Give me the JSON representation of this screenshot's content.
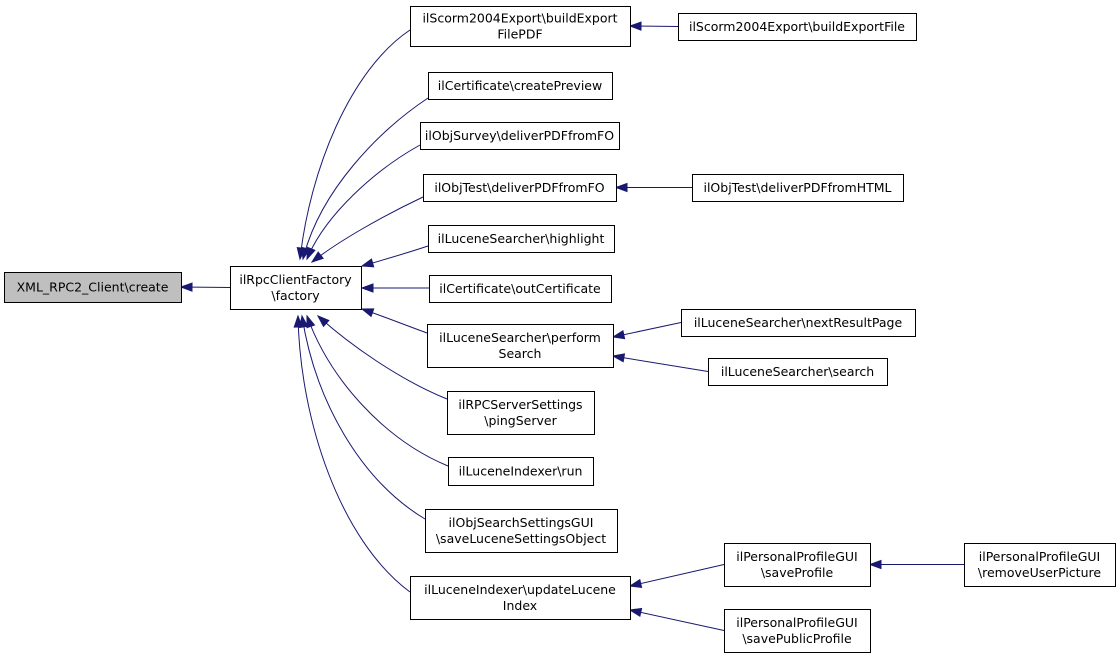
{
  "colors": {
    "edge": "#191970",
    "node_border": "#000000",
    "node_fill": "#ffffff",
    "root_fill": "#bfbfbf"
  },
  "nodes": {
    "xml_create": {
      "lines": [
        "XML_RPC2_Client\\create"
      ]
    },
    "factory": {
      "lines": [
        "ilRpcClientFactory",
        "\\factory"
      ]
    },
    "scorm_build_pdf": {
      "lines": [
        "ilScorm2004Export\\buildExport",
        "FilePDF"
      ]
    },
    "scorm_build_file": {
      "lines": [
        "ilScorm2004Export\\buildExportFile"
      ]
    },
    "cert_preview": {
      "lines": [
        "ilCertificate\\createPreview"
      ]
    },
    "survey_pdf": {
      "lines": [
        "ilObjSurvey\\deliverPDFfromFO"
      ]
    },
    "test_pdf_fo": {
      "lines": [
        "ilObjTest\\deliverPDFfromFO"
      ]
    },
    "test_pdf_html": {
      "lines": [
        "ilObjTest\\deliverPDFfromHTML"
      ]
    },
    "lucene_highlight": {
      "lines": [
        "ilLuceneSearcher\\highlight"
      ]
    },
    "cert_out": {
      "lines": [
        "ilCertificate\\outCertificate"
      ]
    },
    "lucene_perform": {
      "lines": [
        "ilLuceneSearcher\\perform",
        "Search"
      ]
    },
    "lucene_next": {
      "lines": [
        "ilLuceneSearcher\\nextResultPage"
      ]
    },
    "lucene_search": {
      "lines": [
        "ilLuceneSearcher\\search"
      ]
    },
    "rpc_ping": {
      "lines": [
        "ilRPCServerSettings",
        "\\pingServer"
      ]
    },
    "indexer_run": {
      "lines": [
        "ilLuceneIndexer\\run"
      ]
    },
    "search_settings": {
      "lines": [
        "ilObjSearchSettingsGUI",
        "\\saveLuceneSettingsObject"
      ]
    },
    "indexer_update": {
      "lines": [
        "ilLuceneIndexer\\updateLucene",
        "Index"
      ]
    },
    "profile_save": {
      "lines": [
        "ilPersonalProfileGUI",
        "\\saveProfile"
      ]
    },
    "profile_remove_pic": {
      "lines": [
        "ilPersonalProfileGUI",
        "\\removeUserPicture"
      ]
    },
    "profile_save_public": {
      "lines": [
        "ilPersonalProfileGUI",
        "\\savePublicProfile"
      ]
    }
  },
  "edges": [
    {
      "from": "factory",
      "to": "xml_create"
    },
    {
      "from": "scorm_build_pdf",
      "to": "factory"
    },
    {
      "from": "cert_preview",
      "to": "factory"
    },
    {
      "from": "survey_pdf",
      "to": "factory"
    },
    {
      "from": "test_pdf_fo",
      "to": "factory"
    },
    {
      "from": "lucene_highlight",
      "to": "factory"
    },
    {
      "from": "cert_out",
      "to": "factory"
    },
    {
      "from": "lucene_perform",
      "to": "factory"
    },
    {
      "from": "rpc_ping",
      "to": "factory"
    },
    {
      "from": "indexer_run",
      "to": "factory"
    },
    {
      "from": "search_settings",
      "to": "factory"
    },
    {
      "from": "indexer_update",
      "to": "factory"
    },
    {
      "from": "scorm_build_file",
      "to": "scorm_build_pdf"
    },
    {
      "from": "test_pdf_html",
      "to": "test_pdf_fo"
    },
    {
      "from": "lucene_next",
      "to": "lucene_perform"
    },
    {
      "from": "lucene_search",
      "to": "lucene_perform"
    },
    {
      "from": "profile_save",
      "to": "indexer_update"
    },
    {
      "from": "profile_save_public",
      "to": "indexer_update"
    },
    {
      "from": "profile_remove_pic",
      "to": "profile_save"
    }
  ]
}
